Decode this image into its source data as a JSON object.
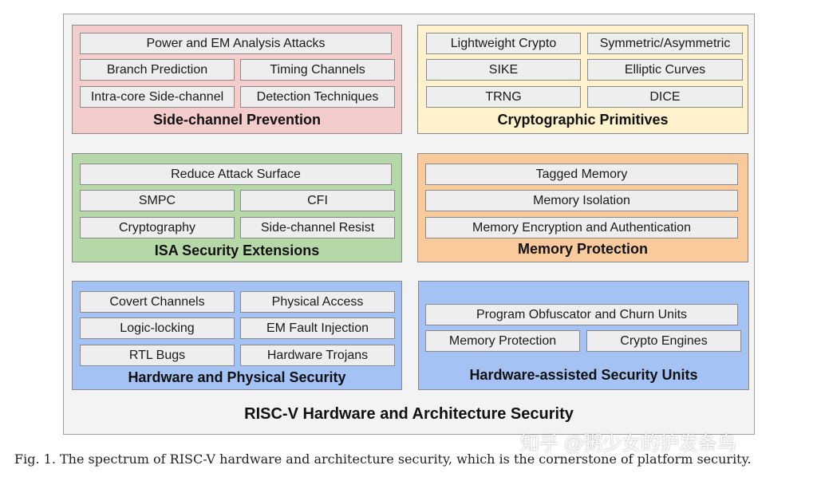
{
  "main_title": "RISC-V Hardware and Architecture Security",
  "caption": "Fig. 1.  The spectrum of RISC-V hardware and architecture security, which is the cornerstone of platform security.",
  "watermark": "知乎 @粥少女的护发条鸟",
  "groups": {
    "side_channel": {
      "title": "Side-channel Prevention",
      "color": "#f4cccc",
      "items": [
        "Power and EM Analysis Attacks",
        "Branch Prediction",
        "Timing Channels",
        "Intra-core Side-channel",
        "Detection Techniques"
      ]
    },
    "crypto": {
      "title": "Cryptographic Primitives",
      "color": "#fff2cc",
      "items": [
        "Lightweight Crypto",
        "Symmetric/Asymmetric",
        "SIKE",
        "Elliptic Curves",
        "TRNG",
        "DICE"
      ]
    },
    "isa": {
      "title": "ISA Security Extensions",
      "color": "#b6d7a8",
      "items": [
        "Reduce Attack Surface",
        "SMPC",
        "CFI",
        "Cryptography",
        "Side-channel Resist"
      ]
    },
    "memory": {
      "title": "Memory Protection",
      "color": "#f9cb9c",
      "items": [
        "Tagged Memory",
        "Memory Isolation",
        "Memory Encryption and Authentication"
      ]
    },
    "hardware": {
      "title": "Hardware and Physical Security",
      "color": "#a4c2f4",
      "items": [
        "Covert Channels",
        "Physical Access",
        "Logic-locking",
        "EM Fault Injection",
        "RTL Bugs",
        "Hardware Trojans"
      ]
    },
    "units": {
      "title": "Hardware-assisted Security Units",
      "color": "#a4c2f4",
      "items": [
        "Program Obfuscator and Churn Units",
        "Memory Protection",
        "Crypto Engines"
      ]
    }
  }
}
